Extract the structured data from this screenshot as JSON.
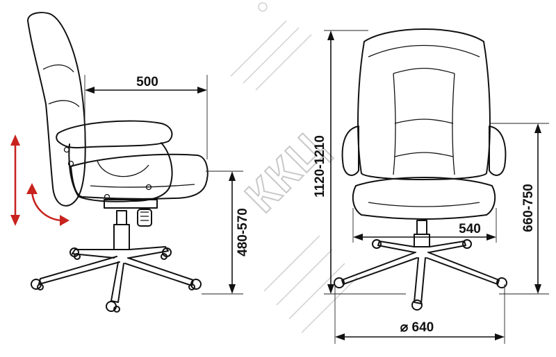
{
  "dimensions": {
    "seat_depth": "500",
    "seat_height": "480-570",
    "total_height": "1120-1210",
    "seat_width": "540",
    "armrest_height": "660-750",
    "base_diameter": "⌀ 640"
  },
  "watermark": "ККЦ",
  "icons": {
    "height_adjust": "vertical-double-arrow-icon",
    "tilt_adjust": "curved-double-arrow-icon"
  },
  "colors": {
    "lines": "#111111",
    "arrows": "#c8231f",
    "watermark": "#c8c8c8"
  }
}
